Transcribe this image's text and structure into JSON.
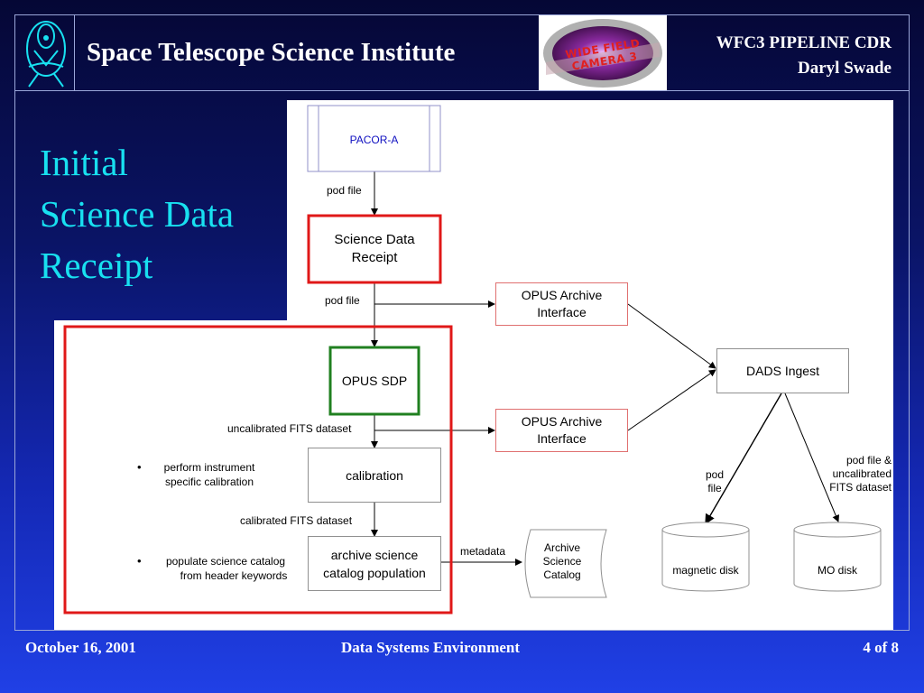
{
  "header": {
    "institute": "Space Telescope Science Institute",
    "line1": "WFC3 PIPELINE CDR",
    "line2": "Daryl Swade"
  },
  "logo_text": "WIDE FIELD CAMERA 3",
  "slide_title": [
    "Initial",
    "Science Data",
    "Receipt"
  ],
  "diagram": {
    "pacor": "PACOR-A",
    "pod_file_1": "pod file",
    "sdr_line1": "Science Data",
    "sdr_line2": "Receipt",
    "pod_file_2": "pod file",
    "opus_archive_1_line1": "OPUS Archive",
    "opus_archive_1_line2": "Interface",
    "dads_ingest": "DADS Ingest",
    "opus_sdp": "OPUS SDP",
    "uncal_fits": "uncalibrated FITS dataset",
    "opus_archive_2_line1": "OPUS Archive",
    "opus_archive_2_line2": "Interface",
    "calibration": "calibration",
    "bullet1_line1": "perform instrument",
    "bullet1_line2": "specific calibration",
    "cal_fits": "calibrated FITS dataset",
    "archive_pop_line1": "archive science",
    "archive_pop_line2": "catalog population",
    "bullet2_line1": "populate science catalog",
    "bullet2_line2": "from header keywords",
    "metadata": "metadata",
    "catalog_line1": "Archive",
    "catalog_line2": "Science",
    "catalog_line3": "Catalog",
    "pod_file_3_line1": "pod",
    "pod_file_3_line2": "file",
    "podfile_uncal_line1": "pod file &",
    "podfile_uncal_line2": "uncalibrated",
    "podfile_uncal_line3": "FITS dataset",
    "magnetic_disk": "magnetic disk",
    "mo_disk": "MO disk",
    "bullet_char": "•"
  },
  "footer": {
    "date": "October 16, 2001",
    "center": "Data Systems Environment",
    "page": "4 of 8"
  },
  "colors": {
    "title_cyan": "#18e0f0",
    "highlight_red": "#e01818",
    "highlight_green": "#208020",
    "opus_archive_border": "#e07070"
  }
}
